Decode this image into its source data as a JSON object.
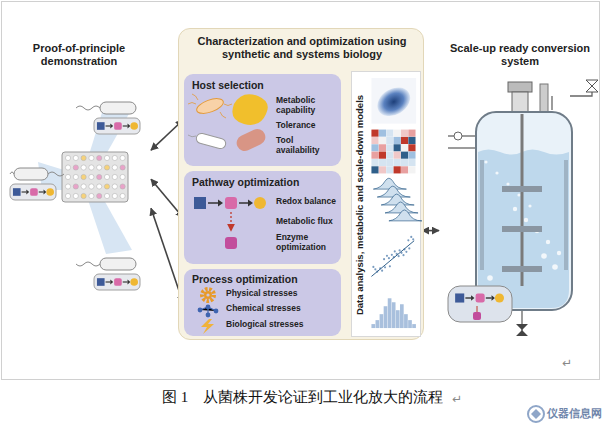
{
  "diagram": {
    "caption": "图 1　从菌株开发论证到工业化放大的流程",
    "nodes": [
      {
        "text": [
          "Proof-of-principle demonstration"
        ]
      },
      {
        "text": [
          "Characterization and optimization using synthetic and systems biology"
        ]
      },
      {
        "text": [
          "Host selection",
          "Metabolic capability",
          "Tolerance",
          "Tool availability"
        ],
        "in": 1
      },
      {
        "text": [
          "Pathway optimization",
          "Redox balance",
          "Metabolic flux",
          "Enzyme optimization"
        ],
        "in": 1
      },
      {
        "text": [
          "Process optimization",
          "Physical stresses",
          "Chemical stresses",
          "Biological stresses"
        ],
        "in": 1
      },
      {
        "text": [
          "Data analysis, metabolic and scale-down models"
        ],
        "in": 1
      },
      {
        "text": [
          "Scale-up ready conversion system"
        ]
      }
    ],
    "edges": [
      {
        "from": 0,
        "to": 2,
        "arrow": "both"
      },
      {
        "from": 0,
        "to": 3,
        "arrow": "both"
      },
      {
        "from": 0,
        "to": 4,
        "arrow": "both"
      },
      {
        "from": 2,
        "to": 5,
        "arrow": "both"
      },
      {
        "from": 3,
        "to": 5,
        "arrow": "both"
      },
      {
        "from": 4,
        "to": 5,
        "arrow": "both"
      },
      {
        "from": 5,
        "to": 6,
        "arrow": "both"
      }
    ],
    "labels": [
      "↵",
      "↵",
      "仪器信息网"
    ]
  }
}
